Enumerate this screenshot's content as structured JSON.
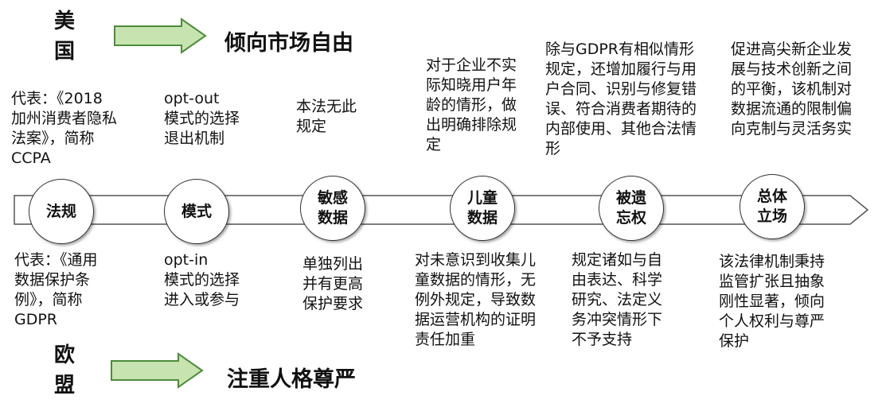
{
  "usa": {
    "label": "美国",
    "tagline": "倾向市场自由",
    "notes": [
      "代表：《2018\n加州消费者隐私\n法案》，简称\nCCPA",
      "opt-out\n模式的选择\n退出机制",
      "本法无此\n规定",
      "对于企业不实\n际知晓用户年\n龄的情形，做\n出明确排除规\n定",
      "除与GDPR有相似情形\n规定，还增加履行与用\n户合同、识别与修复错\n误、符合消费者期待的\n内部使用、其他合法情\n形",
      "促进高尖新企业发\n展与技术创新之间\n的平衡，该机制对\n数据流通的限制偏\n向克制与灵活务实"
    ]
  },
  "timeline": {
    "nodes": [
      "法规",
      "模式",
      "敏感\n数据",
      "儿童\n数据",
      "被遗\n忘权",
      "总体\n立场"
    ]
  },
  "eu": {
    "label": "欧盟",
    "tagline": "注重人格尊严",
    "notes": [
      "代表：《通用\n数据保护条\n例》，简称\nGDPR",
      "opt-in\n模式的选择\n进入或参与",
      "单独列出\n并有更高\n保护要求",
      "对未意识到收集儿\n童数据的情形，无\n例外规定，导致数\n据运营机构的证明\n责任加重",
      "规定诸如与自\n由表达、科学\n研究、法定义\n务冲突情形下\n不予支持",
      "该法律机制秉持\n监管扩张且抽象\n刚性显著，倾向\n个人权利与尊严\n保护"
    ]
  },
  "colors": {
    "arrow_fill": "#c6e3b0",
    "arrow_stroke": "#4f8a3c",
    "band_stroke": "#555555",
    "text": "#111111"
  }
}
